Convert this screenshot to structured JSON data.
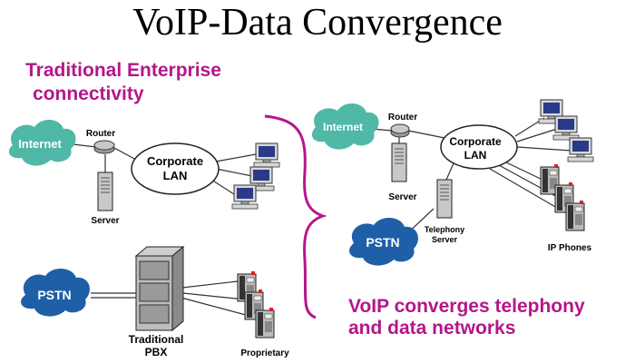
{
  "title": "VoIP-Data Convergence",
  "left_heading": {
    "line1": "Traditional Enterprise",
    "line2": "connectivity"
  },
  "right_caption": {
    "line1": "VoIP converges telephony",
    "line2": "and data networks"
  },
  "left_diagram": {
    "internet": "Internet",
    "router": "Router",
    "lan_line1": "Corporate",
    "lan_line2": "LAN",
    "server": "Server",
    "pstn": "PSTN",
    "pbx_line1": "Traditional",
    "pbx_line2": "PBX",
    "proprietary": "Proprietary"
  },
  "right_diagram": {
    "internet": "Internet",
    "router": "Router",
    "lan_line1": "Corporate",
    "lan_line2": "LAN",
    "server": "Server",
    "pstn": "PSTN",
    "telephony_line1": "Telephony",
    "telephony_line2": "Server",
    "ip_phones": "IP Phones"
  },
  "colors": {
    "accent": "#b5168a",
    "cloud_teal": "#4fb8a6",
    "cloud_blue": "#1f5fa8",
    "device_gray": "#9a9a9a"
  }
}
